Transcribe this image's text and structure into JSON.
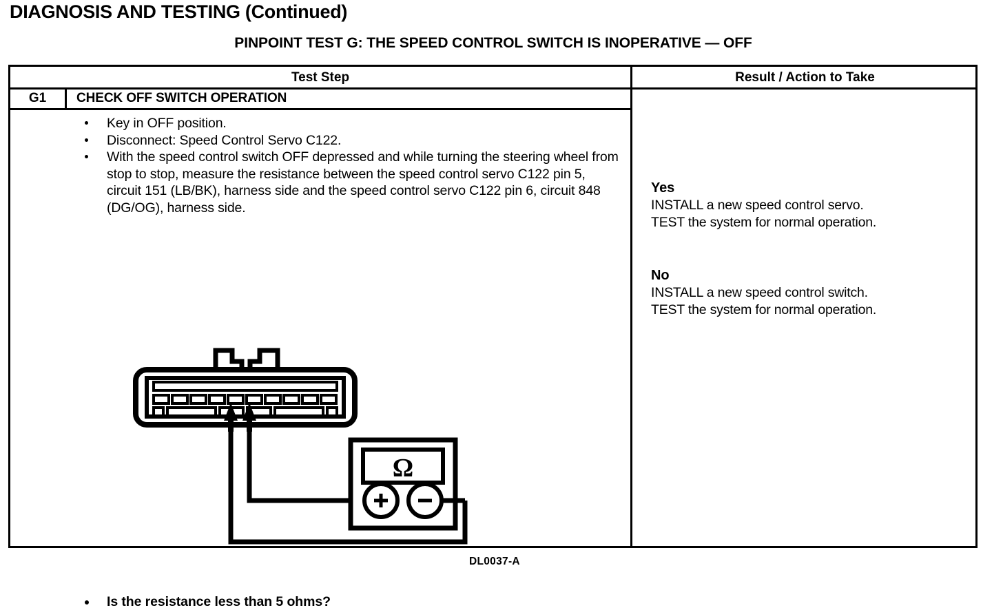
{
  "document": {
    "page_title": "DIAGNOSIS AND TESTING (Continued)",
    "section_subtitle": "PINPOINT TEST G: THE SPEED CONTROL SWITCH IS INOPERATIVE — OFF"
  },
  "table": {
    "headers": {
      "test_step": "Test Step",
      "result_action": "Result / Action to Take"
    },
    "step": {
      "id": "G1",
      "title": "CHECK OFF SWITCH OPERATION",
      "bullets": [
        "Key in OFF position.",
        "Disconnect: Speed Control Servo C122.",
        "With the speed control switch OFF depressed and while turning the steering wheel from stop to stop, measure the resistance between the speed control servo C122 pin 5, circuit 151 (LB/BK), harness side and the speed control servo C122 pin 6, circuit 848 (DG/OG), harness side."
      ],
      "final_question": "Is the resistance less than 5 ohms?"
    },
    "results": [
      {
        "label": "Yes",
        "lines": [
          "INSTALL a new speed control servo.",
          "TEST the system for normal operation."
        ]
      },
      {
        "label": "No",
        "lines": [
          "INSTALL a new speed control switch.",
          "TEST the system for normal operation."
        ]
      }
    ]
  },
  "diagram": {
    "figure_label": "DL0037-A",
    "meter": {
      "display_symbol": "Ω",
      "positive_terminal": "+",
      "negative_terminal": "−"
    },
    "connector": {
      "pin_count_upper_row": 10,
      "probed_pins": [
        5,
        6
      ],
      "locking_tabs": 2
    },
    "colors": {
      "ink": "#000000",
      "paper": "#ffffff"
    }
  }
}
